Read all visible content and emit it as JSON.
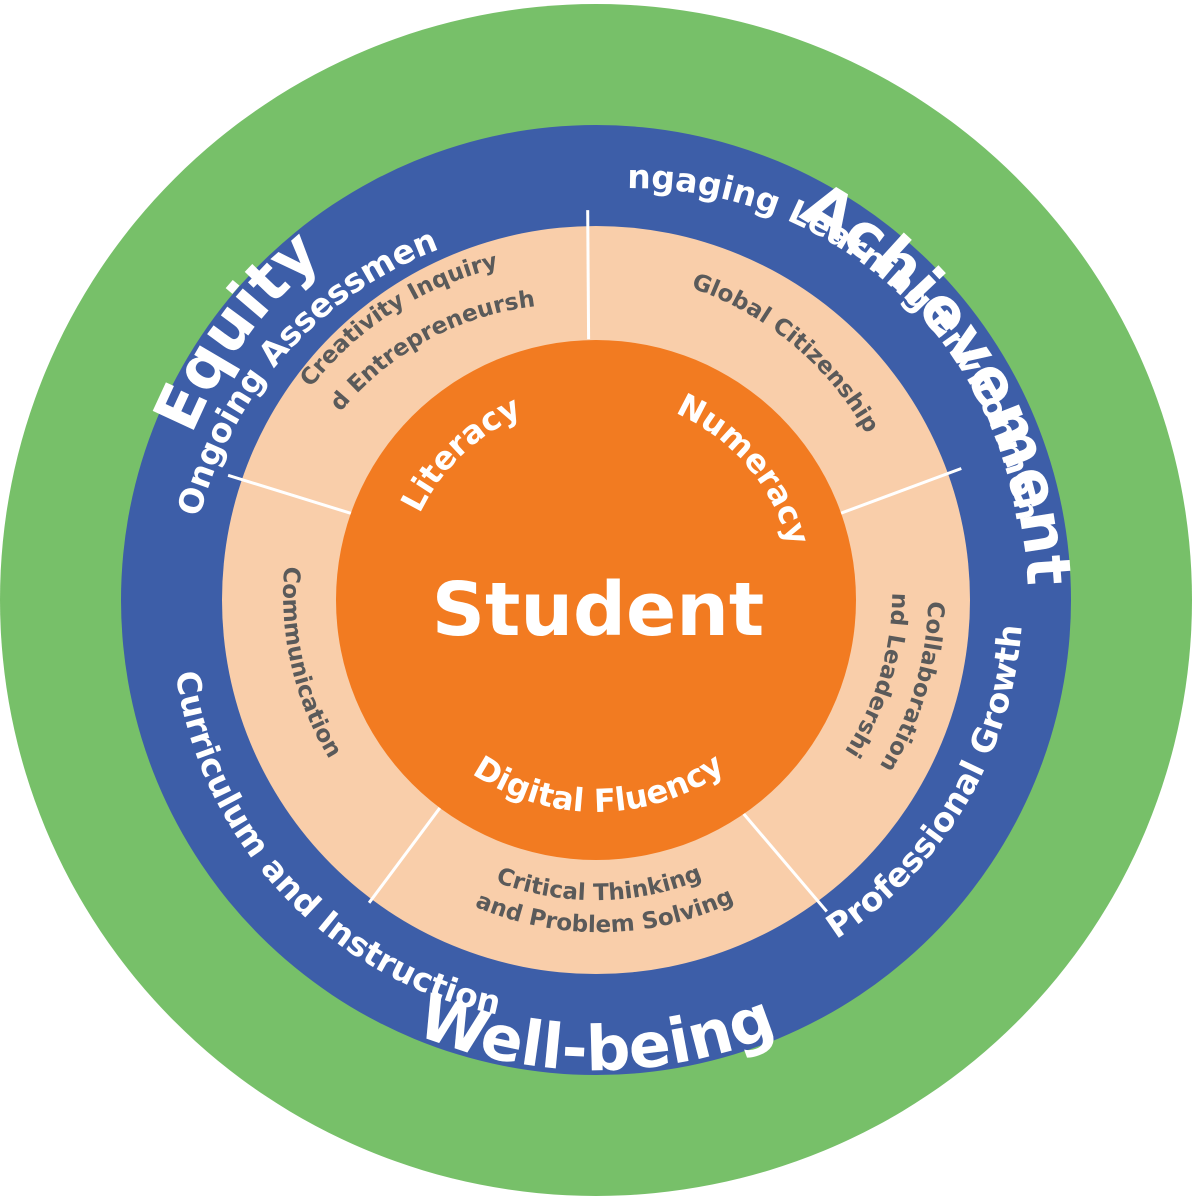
{
  "outer_ring": {
    "equity": "Equity",
    "achievement": "Achievement",
    "wellbeing": "Well-being"
  },
  "blue_ring": {
    "ongoing_assessment": "Ongoing Assessment",
    "engaging_learning": "Engaging Learning Environment",
    "professional_growth": "Professional Growth",
    "curriculum_instruction": "Curriculum and Instruction"
  },
  "competencies": {
    "creativity_line1": "Creativity Inquiry",
    "creativity_line2": "and Entrepreneurship",
    "global_citizenship": "Global Citizenship",
    "collaboration_line1": "Collaboration",
    "collaboration_line2": "and Leadership",
    "critical_line1": "Critical Thinking",
    "critical_line2": "and Problem Solving",
    "communication": "Communication"
  },
  "core": {
    "literacy": "Literacy",
    "numeracy": "Numeracy",
    "digital_fluency": "Digital Fluency",
    "student": "Student"
  },
  "colors": {
    "green": "#77c069",
    "blue": "#3d5ea8",
    "peach": "#f9ceaa",
    "orange": "#f27b21",
    "segment_text": "#5a5a5a",
    "white": "#ffffff"
  }
}
